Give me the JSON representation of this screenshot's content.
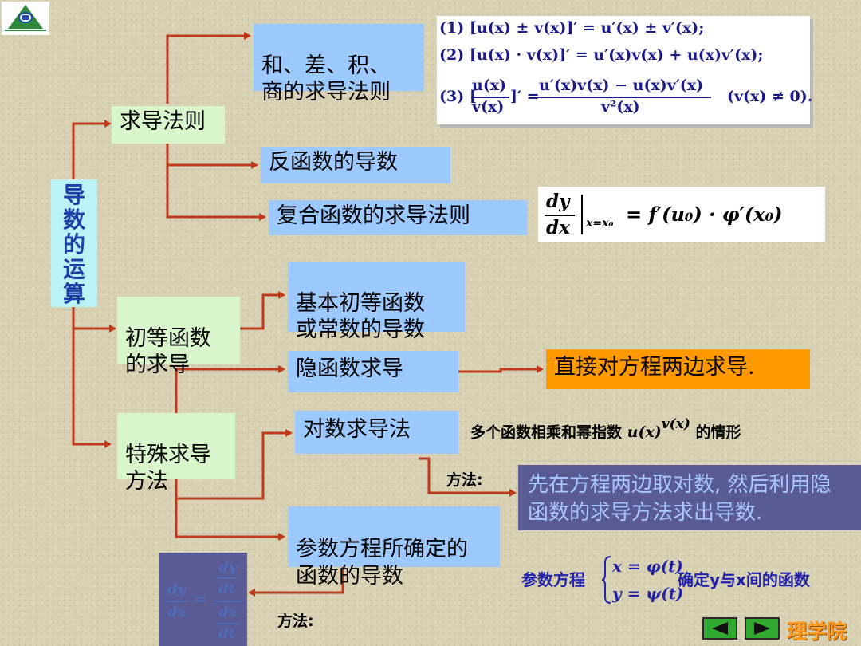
{
  "root": "导数的运算",
  "nodes": {
    "rules": "求导法则",
    "sum_rule": "和、差、积、\n商的求导法则",
    "inverse": "反函数的导数",
    "chain": "复合函数的求导法则",
    "elementary": "初等函数\n的求导",
    "basic_elem": "基本初等函数\n或常数的导数",
    "special": "特殊求导\n方法",
    "implicit": "隐函数求导",
    "log_diff": "对数求导法",
    "parametric": "参数方程所确定的\n函数的导数"
  },
  "implicit_method": "直接对方程两边求导.",
  "log_case_prefix": "多个函数相乘和幂指数",
  "log_case_suffix": "的情形",
  "method_label_log": "方法:",
  "log_method": "先在方程两边取对数, 然后利用隐函数的求导方法求出导数.",
  "param_prefix": "参数方程",
  "param_suffix": "确定y与x间的函数",
  "method_label_param": "方法:",
  "formulas": {
    "sum_line1": "(1) [u(x) ± v(x)]′ = u′(x) ± v′(x);",
    "sum_line2": "(2) [u(x) · v(x)]′ = u′(x)v(x) + u(x)v′(x);",
    "quot_prefix": "(3) [",
    "quot_num": "u(x)",
    "quot_den": "v(x)",
    "quot_mid": "]′ =",
    "quot_rnum": "u′(x)v(x) − u(x)v′(x)",
    "quot_rden": "v²(x)",
    "quot_cond": "(v(x) ≠ 0).",
    "chain_num": "dy",
    "chain_den": "dx",
    "chain_sub": "x=x₀",
    "chain_rhs": "= f′(u₀) · φ′(x₀)",
    "power_base": "u(x)",
    "power_exp": "v(x)",
    "param_x": "x = φ(t)",
    "param_y": "y = ψ(t)",
    "pd_lhs_num": "dy",
    "pd_lhs_den": "dx",
    "pd_eq": "=",
    "pd_num_num": "dy",
    "pd_num_den": "dt",
    "pd_den_num": "dx",
    "pd_den_den": "dt"
  },
  "footer": {
    "brand": "理学院"
  },
  "colors": {
    "arrow": "#c0391b",
    "node_blue": "#9cc9ff",
    "node_green": "#d8f5cc",
    "highlight_orange": "#ff9900",
    "method_box": "#5a5a95"
  }
}
